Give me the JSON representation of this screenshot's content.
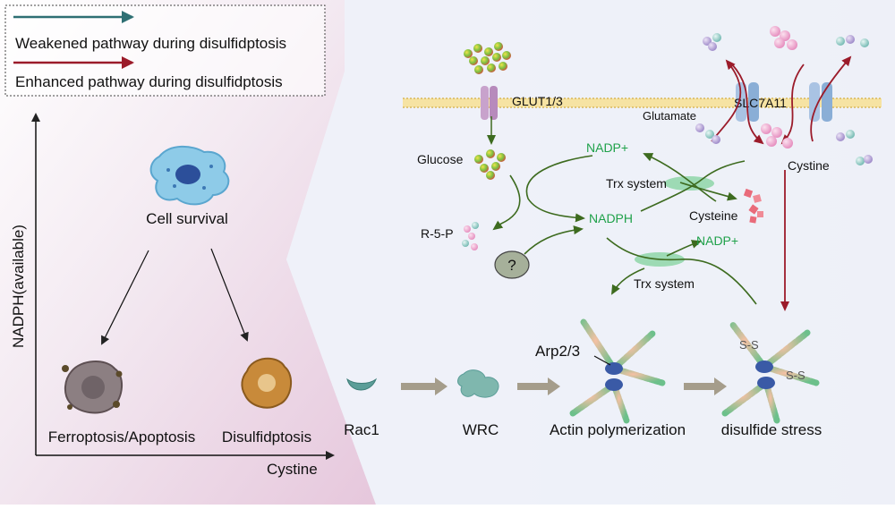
{
  "legend": {
    "weakened": "Weakened pathway during disulfidptosis",
    "enhanced": "Enhanced pathway during disulfidptosis",
    "weakened_color": "#2e6f73",
    "enhanced_color": "#9b1b2a"
  },
  "graph": {
    "y_axis_label": "NADPH(available)",
    "x_axis_label": "Cystine",
    "cell_survival": "Cell survival",
    "ferroptosis": "Ferroptosis/Apoptosis",
    "disulfidptosis": "Disulfidptosis"
  },
  "pathway": {
    "glut": "GLUT1/3",
    "slc": "SLC7A11",
    "glutamate": "Glutamate",
    "glucose": "Glucose",
    "cystine": "Cystine",
    "nadp_plus_top": "NADP+",
    "nadph": "NADPH",
    "trx_system_top": "Trx system",
    "cysteine": "Cysteine",
    "r5p": "R-5-P",
    "unknown": "?",
    "nadp_plus_bottom": "NADP+",
    "trx_system_bottom": "Trx system",
    "nadp_color": "#1fa14a",
    "green_arrow_color": "#3d6b1f"
  },
  "bottom": {
    "rac1": "Rac1",
    "wrc": "WRC",
    "arp": "Arp2/3",
    "actin": "Actin polymerization",
    "stress": "disulfide stress",
    "ss1": "S-S",
    "ss2": "S-S"
  }
}
